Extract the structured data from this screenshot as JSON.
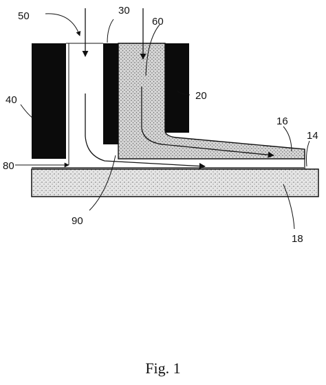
{
  "figure": {
    "caption": "Fig. 1",
    "labels": {
      "r50": "50",
      "r30": "30",
      "r60": "60",
      "r40": "40",
      "r20": "20",
      "r16": "16",
      "r14": "14",
      "r80": "80",
      "r90": "90",
      "r18": "18"
    }
  }
}
